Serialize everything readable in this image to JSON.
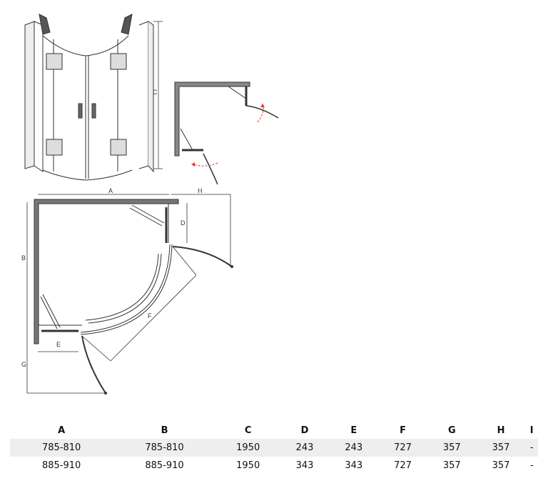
{
  "diagram": {
    "labels": {
      "A": "A",
      "B": "B",
      "C": "C",
      "D": "D",
      "E": "E",
      "F": "F",
      "G": "G",
      "H": "H"
    },
    "arrow_color": "#e53935"
  },
  "table": {
    "headers": [
      "A",
      "B",
      "C",
      "D",
      "E",
      "F",
      "G",
      "H",
      "I"
    ],
    "rows": [
      [
        "785-810",
        "785-810",
        "1950",
        "243",
        "243",
        "727",
        "357",
        "357",
        "-"
      ],
      [
        "885-910",
        "885-910",
        "1950",
        "343",
        "343",
        "727",
        "357",
        "357",
        "-"
      ]
    ]
  }
}
